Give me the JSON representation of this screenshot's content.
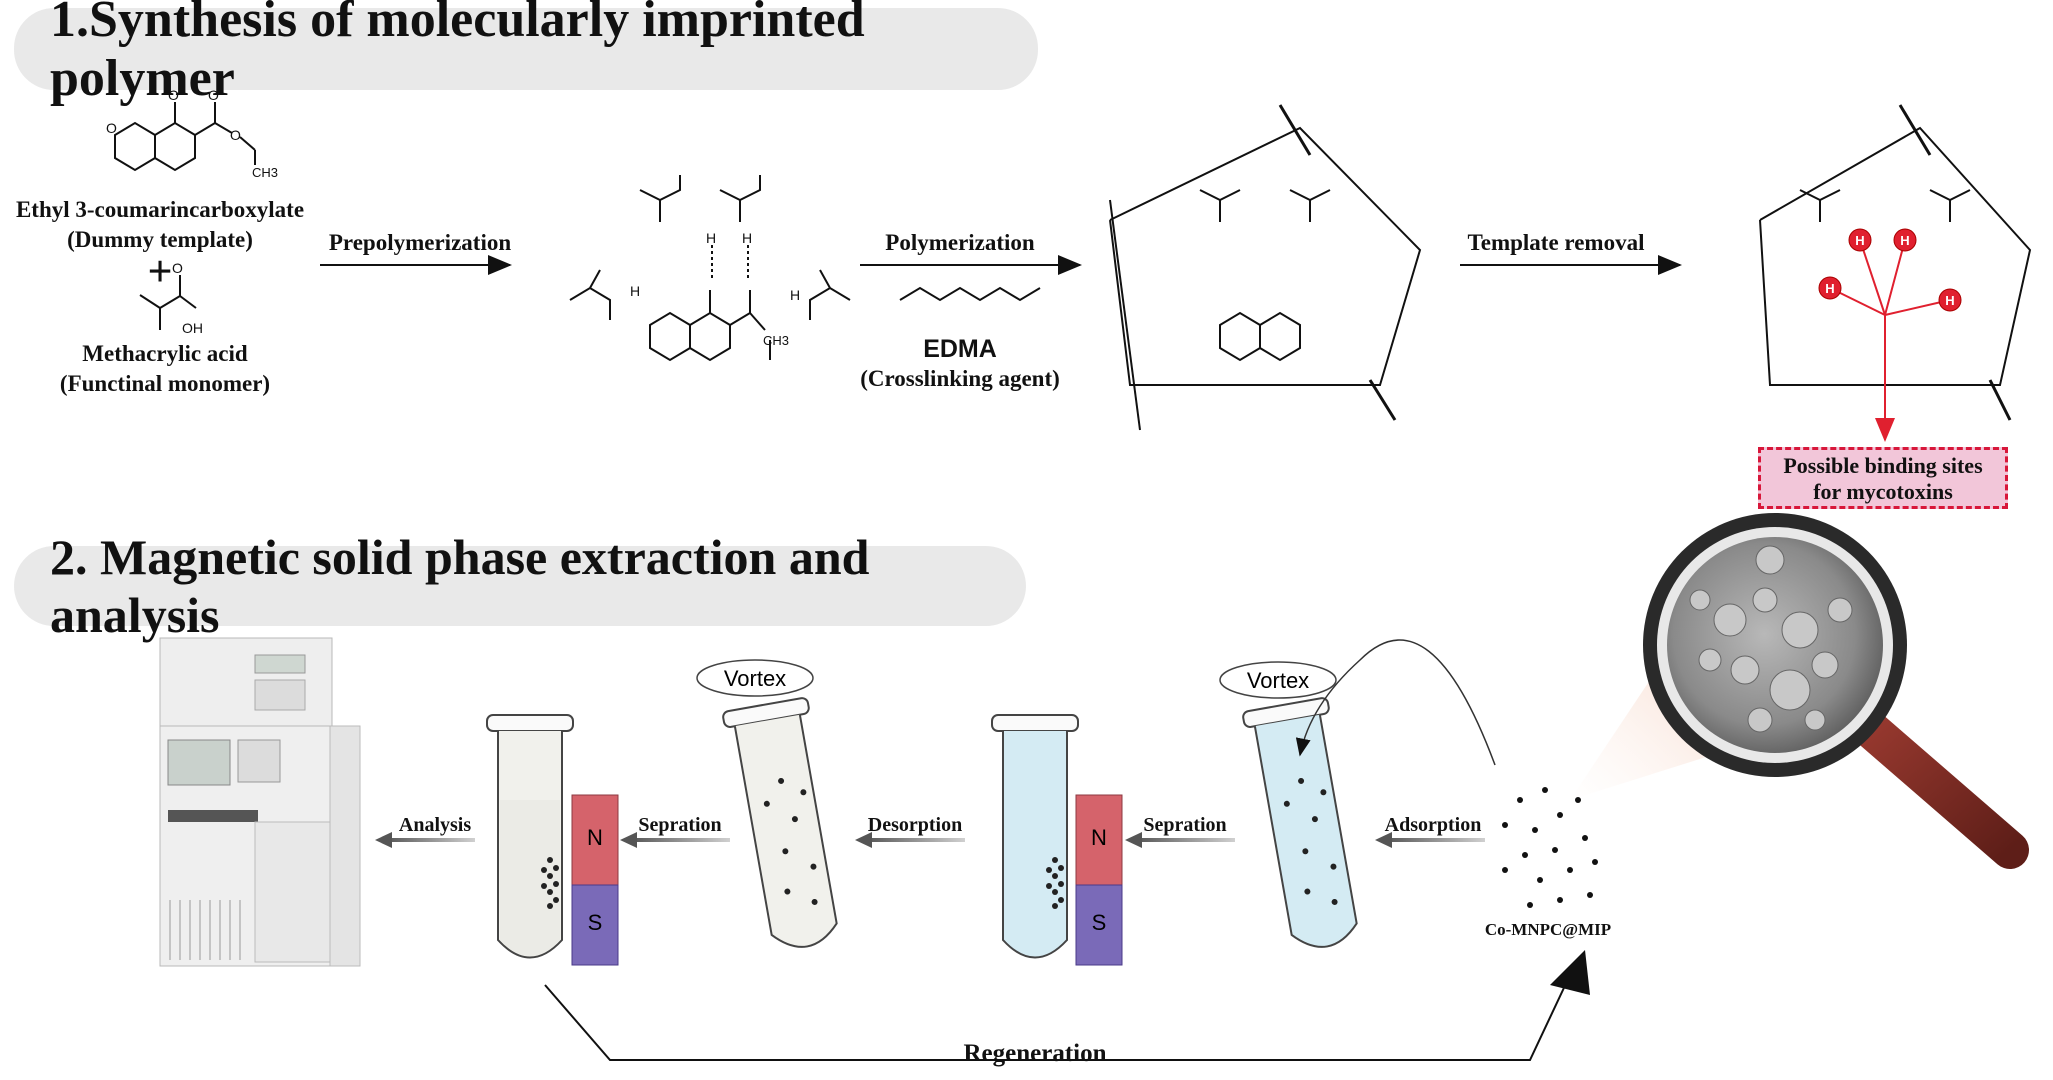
{
  "section1": {
    "title": "1.Synthesis of molecularly imprinted polymer",
    "template_name": "Ethyl 3-coumarincarboxylate",
    "template_role": "(Dummy template)",
    "plus": "+",
    "monomer_name": "Methacrylic acid",
    "monomer_role": "(Functinal monomer)",
    "step1": "Prepolymerization",
    "step2": "Polymerization",
    "crosslinker_name": "EDMA",
    "crosslinker_role": "(Crosslinking agent)",
    "step3": "Template removal",
    "binding_sites": [
      "Possible binding sites",
      "for mycotoxins"
    ],
    "atoms": {
      "O": "O",
      "OH": "OH",
      "H": "H",
      "CH3": "CH3"
    }
  },
  "section2": {
    "title": "2. Magnetic solid phase extraction and analysis",
    "analysis": "Analysis",
    "sepration_1": "Sepration",
    "desorption": "Desorption",
    "sepration_2": "Sepration",
    "adsorption": "Adsorption",
    "vortex_1": "Vortex",
    "vortex_2": "Vortex",
    "magnet_n": "N",
    "magnet_s": "S",
    "material": "Co-MNPC@MIP",
    "regeneration": "Regeneration"
  },
  "colors": {
    "header_bg": "#e9e9e9",
    "binding_box_bg": "#f2c6d9",
    "binding_box_border": "#d8173a",
    "red_site": "#e0202f",
    "magnet_n": "#d5636b",
    "magnet_s": "#7a6ab8",
    "liquid_blue": "#d4ebf3",
    "liquid_gray": "#ebebe6",
    "handle": "#7a2b23"
  },
  "icons": [
    "arrow-right-icon",
    "arrow-left-icon",
    "magnifier-icon",
    "test-tube-icon",
    "magnet-icon",
    "hplc-instrument-icon",
    "vortex-icon"
  ]
}
